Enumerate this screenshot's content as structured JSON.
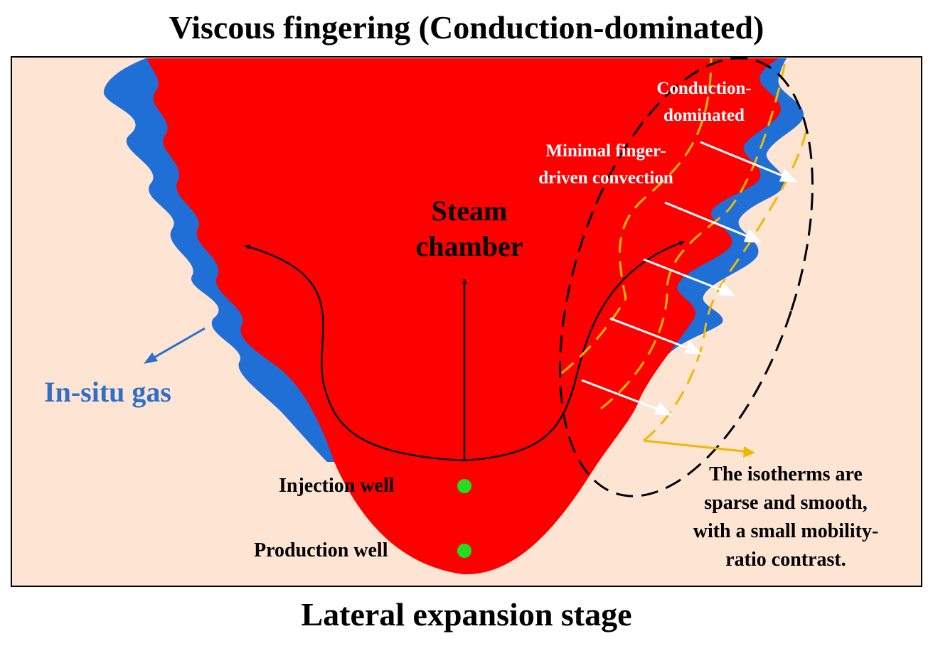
{
  "title": "Viscous fingering (Conduction-dominated)",
  "caption": "Lateral expansion stage",
  "labels": {
    "steam_chamber_line1": "Steam",
    "steam_chamber_line2": "chamber",
    "in_situ_gas": "In-situ gas",
    "conduction_line1": "Conduction-",
    "conduction_line2": "dominated",
    "minimal_line1": "Minimal finger-",
    "minimal_line2": "driven convection",
    "injection_well": "Injection well",
    "production_well": "Production well",
    "isotherm_line1": "The isotherms are",
    "isotherm_line2": "sparse and smooth,",
    "isotherm_line3": "with a small mobility-",
    "isotherm_line4": "ratio contrast."
  },
  "colors": {
    "background": "#FDE4D3",
    "steam": "#FF0000",
    "gas": "#1F6FD6",
    "gas_label": "#2E6FC9",
    "isotherm": "#F2B705",
    "well": "#22DD22",
    "arrow_white": "#FFFFFF"
  }
}
